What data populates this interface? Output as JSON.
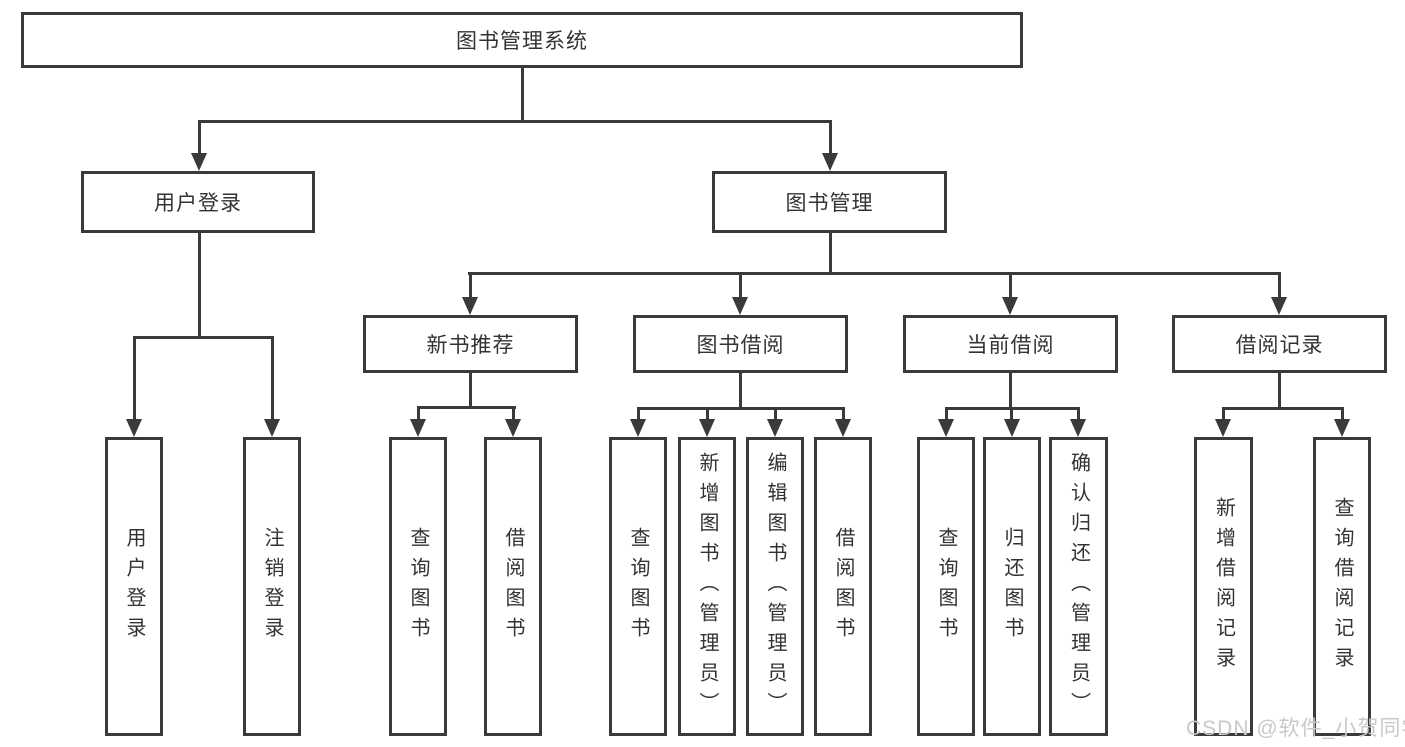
{
  "diagram": {
    "title": "图书管理系统",
    "branches": [
      {
        "label": "用户登录",
        "children": [
          "用户登录",
          "注销登录"
        ]
      },
      {
        "label": "图书管理",
        "sections": [
          {
            "label": "新书推荐",
            "children": [
              "查询图书",
              "借阅图书"
            ]
          },
          {
            "label": "图书借阅",
            "children": [
              "查询图书",
              "新增图书（管理员）",
              "编辑图书（管理员）",
              "借阅图书"
            ]
          },
          {
            "label": "当前借阅",
            "children": [
              "查询图书",
              "归还图书",
              "确认归还（管理员）"
            ]
          },
          {
            "label": "借阅记录",
            "children": [
              "新增借阅记录",
              "查询借阅记录"
            ]
          }
        ]
      }
    ]
  },
  "colors": {
    "line": "#3a3a3a",
    "text": "#333333",
    "watermark": "#c9c9c9"
  },
  "watermark": {
    "text": "CSDN @软件_小贺同学"
  }
}
